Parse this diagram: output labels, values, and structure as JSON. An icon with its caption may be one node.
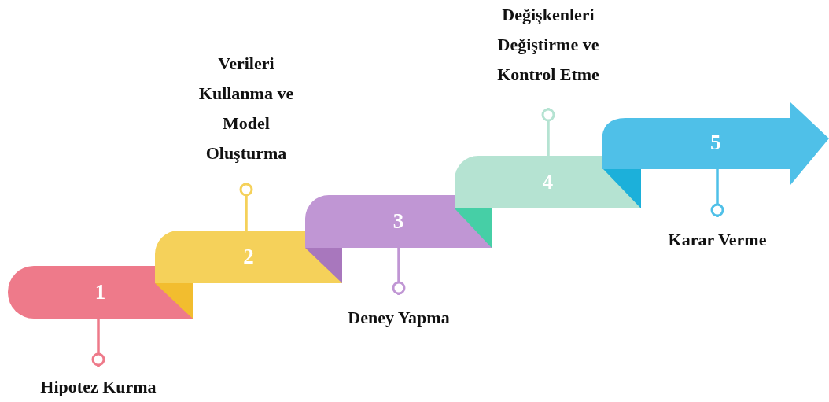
{
  "diagram": {
    "nodes": [
      {
        "text": [
          "1"
        ]
      },
      {
        "text": [
          "2"
        ]
      },
      {
        "text": [
          "3"
        ]
      },
      {
        "text": [
          "4"
        ]
      },
      {
        "text": [
          "5"
        ]
      },
      {
        "text": [
          "Hipotez Kurma"
        ]
      },
      {
        "text": [
          "Verileri Kullanma ve Model Oluşturma"
        ]
      },
      {
        "text": [
          "Deney Yapma"
        ]
      },
      {
        "text": [
          "Değişkenleri Değiştirme ve Kontrol Etme"
        ]
      },
      {
        "text": [
          "Karar Verme"
        ]
      }
    ],
    "edges": [
      {
        "from": 0,
        "to": 5,
        "arrow": "other",
        "color": "#ee7a8a"
      },
      {
        "from": 1,
        "to": 6,
        "arrow": "other",
        "color": "#f5d15a"
      },
      {
        "from": 2,
        "to": 7,
        "arrow": "other",
        "color": "#c096d4"
      },
      {
        "from": 3,
        "to": 8,
        "arrow": "other",
        "color": "#b5e3d2"
      },
      {
        "from": 4,
        "to": 9,
        "arrow": "other",
        "color": "#4fc0e8"
      }
    ]
  }
}
